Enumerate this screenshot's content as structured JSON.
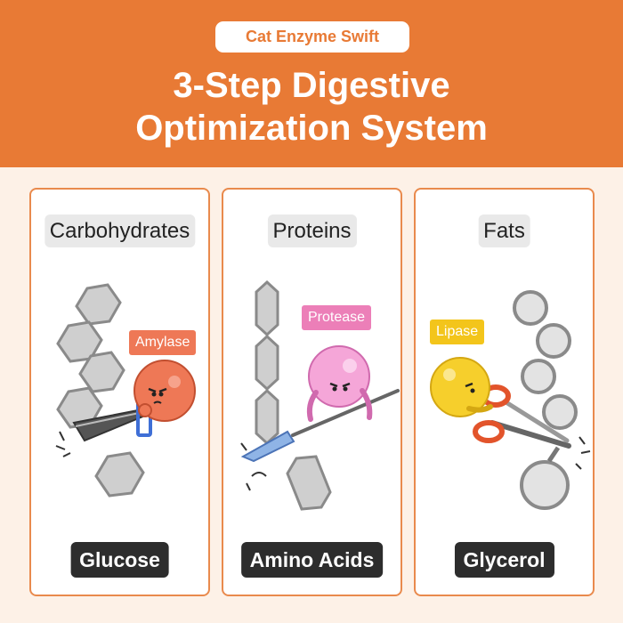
{
  "header": {
    "brand": "Cat Enzyme Swift",
    "title_line1": "3-Step Digestive",
    "title_line2": "Optimization System"
  },
  "cards": [
    {
      "nutrient": "Carbohydrates",
      "enzyme": "Amylase",
      "result": "Glucose",
      "enzyme_color": "#ee7856"
    },
    {
      "nutrient": "Proteins",
      "enzyme": "Protease",
      "result": "Amino Acids",
      "enzyme_color": "#ec7fb8"
    },
    {
      "nutrient": "Fats",
      "enzyme": "Lipase",
      "result": "Glycerol",
      "enzyme_color": "#f3c51b"
    }
  ],
  "colors": {
    "brand_orange": "#e87a35",
    "background": "#fdf1e7",
    "card_border": "#e98a4d",
    "result_tag": "#2d2d2d",
    "nutrient_tag": "#e9e9e9"
  },
  "icons": [
    "hexagon-chain-icon",
    "hand-saw-icon",
    "knife-icon",
    "scissors-icon",
    "enzyme-ball-icon"
  ]
}
